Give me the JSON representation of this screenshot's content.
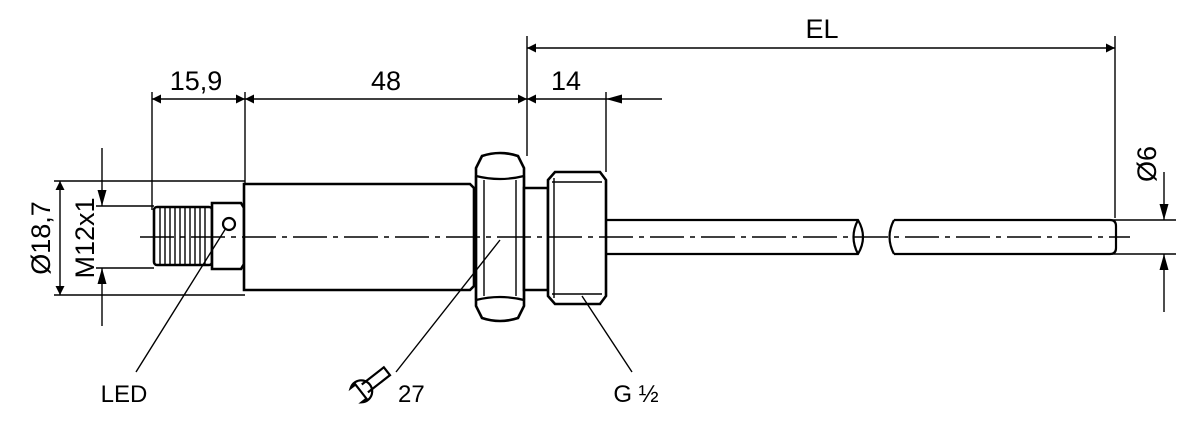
{
  "dimensions": {
    "connector_length": "15,9",
    "body_length": "48",
    "thread_length": "14",
    "insertion_length": "EL",
    "body_diameter": "Ø18,7",
    "connector_thread": "M12x1",
    "probe_diameter": "Ø6"
  },
  "callouts": {
    "led": "LED",
    "wrench_size": "27",
    "process_thread": "G ½"
  },
  "icons": {
    "wrench": "wrench-icon"
  },
  "colors": {
    "line": "#000000",
    "background": "#ffffff"
  }
}
